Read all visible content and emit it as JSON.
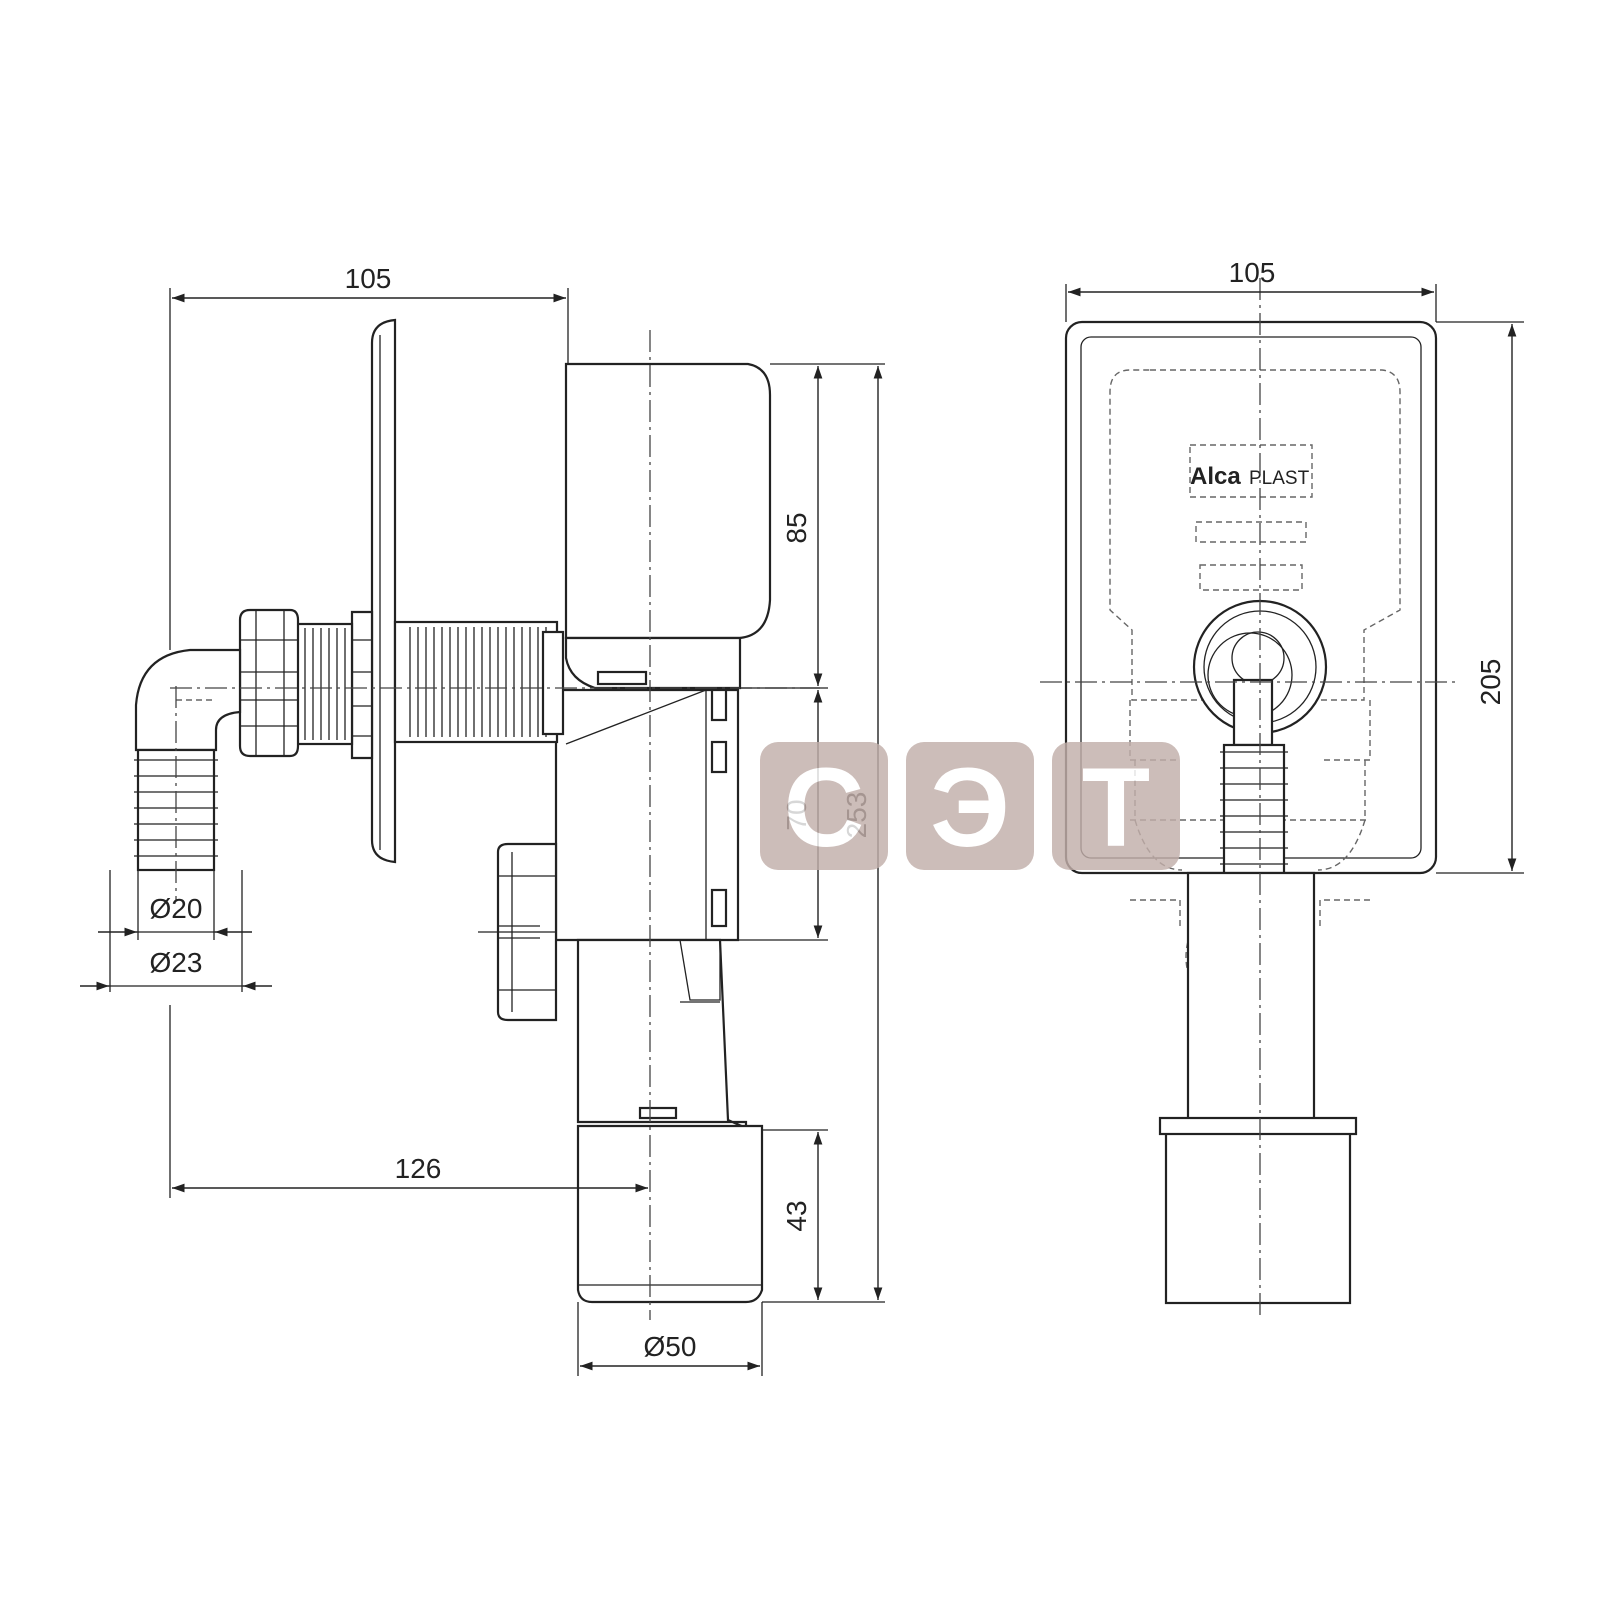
{
  "dimensions": {
    "side_width": "105",
    "height_upper": "85",
    "height_middle": "70",
    "total_height": "253",
    "hose_inner": "Ø20",
    "hose_outer": "Ø23",
    "offset": "126",
    "height_lower": "43",
    "outlet": "Ø50",
    "front_width": "105",
    "front_height": "205"
  },
  "brand": {
    "part1": "Alca",
    "part2": "PLAST"
  },
  "watermark": {
    "letters": [
      "С",
      "Э",
      "Т"
    ]
  },
  "colors": {
    "line": "#222222",
    "watermark": "#c2afaa"
  }
}
